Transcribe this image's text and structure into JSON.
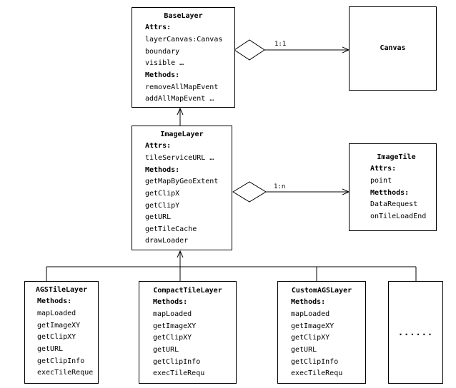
{
  "base_layer": {
    "title": "BaseLayer",
    "attrs_label": "Attrs:",
    "attrs": [
      "layerCanvas:Canvas",
      "boundary",
      "visible   …"
    ],
    "methods_label": "Methods:",
    "methods": [
      "removeAllMapEvent",
      "addAllMapEvent  …"
    ]
  },
  "canvas": {
    "title": "Canvas"
  },
  "image_layer": {
    "title": "ImageLayer",
    "attrs_label": "Attrs:",
    "attrs": [
      "tileServiceURL …"
    ],
    "methods_label": "Methods:",
    "methods": [
      "getMapByGeoExtent",
      "getClipX",
      "getClipY",
      "getURL",
      "getTileCache",
      "drawLoader"
    ]
  },
  "image_tile": {
    "title": "ImageTile",
    "attrs_label": "Attrs:",
    "attrs": [
      "point"
    ],
    "methods_label": "Metthods:",
    "methods": [
      "DataRequest",
      "onTileLoadEnd"
    ]
  },
  "ags_tile_layer": {
    "title": "AGSTileLayer",
    "methods_label": "Methods:",
    "methods": [
      "mapLoaded",
      "getImageXY",
      "getClipXY",
      "getURL",
      "getClipInfo",
      "execTileReque"
    ]
  },
  "compact_tile_layer": {
    "title": "CompactTileLayer",
    "methods_label": "Methods:",
    "methods": [
      "mapLoaded",
      "getImageXY",
      "getClipXY",
      "getURL",
      "getClipInfo",
      "execTileRequ"
    ]
  },
  "custom_ags_layer": {
    "title": "CustomAGSLayer",
    "methods_label": "Methods:",
    "methods": [
      "mapLoaded",
      "getImageXY",
      "getClipXY",
      "getURL",
      "getClipInfo",
      "execTileRequ"
    ]
  },
  "more_box": {
    "text": "......"
  },
  "relations": {
    "base_canvas_multiplicity": "1:1",
    "image_tile_multiplicity": "1:n"
  }
}
